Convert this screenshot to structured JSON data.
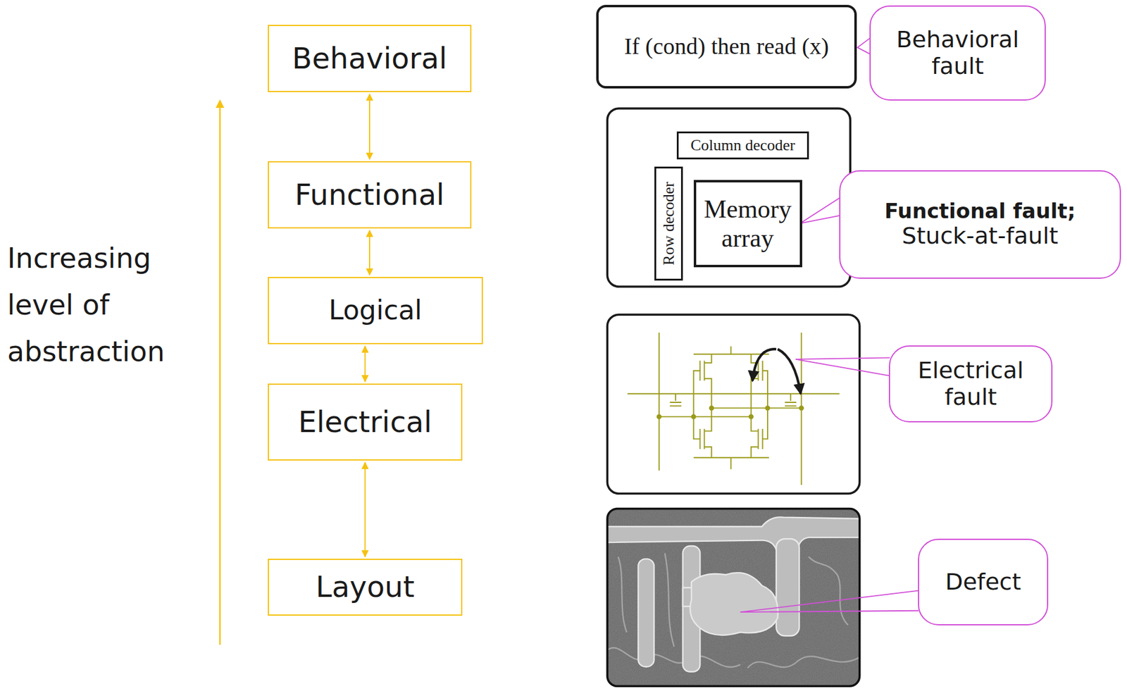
{
  "diagram": {
    "nodes": [
      {
        "text": [
          "Behavioral"
        ]
      },
      {
        "text": [
          "If (cond) then read (x)"
        ]
      },
      {
        "text": [
          "Behavioral fault"
        ]
      },
      {
        "text": [
          "Functional"
        ]
      },
      {
        "text": [
          "Column decoder"
        ]
      },
      {
        "text": [
          "Row decoder"
        ]
      },
      {
        "text": [
          "Memory array"
        ]
      },
      {
        "text": [
          "Functional fault;",
          "Stuck-at-fault"
        ]
      },
      {
        "text": [
          "Logical"
        ]
      },
      {
        "text": [
          "Electrical"
        ]
      },
      {
        "text": [
          "Electrical fault"
        ]
      },
      {
        "text": [
          "Layout"
        ]
      },
      {
        "text": [
          "Defect"
        ]
      }
    ],
    "edges": [
      {
        "from": 0,
        "to": 3,
        "arrow": "both"
      },
      {
        "from": 3,
        "to": 8,
        "arrow": "both"
      },
      {
        "from": 8,
        "to": 9,
        "arrow": "both"
      },
      {
        "from": 9,
        "to": 11,
        "arrow": "both"
      }
    ],
    "labels": [
      "Increasing level of abstraction"
    ]
  }
}
